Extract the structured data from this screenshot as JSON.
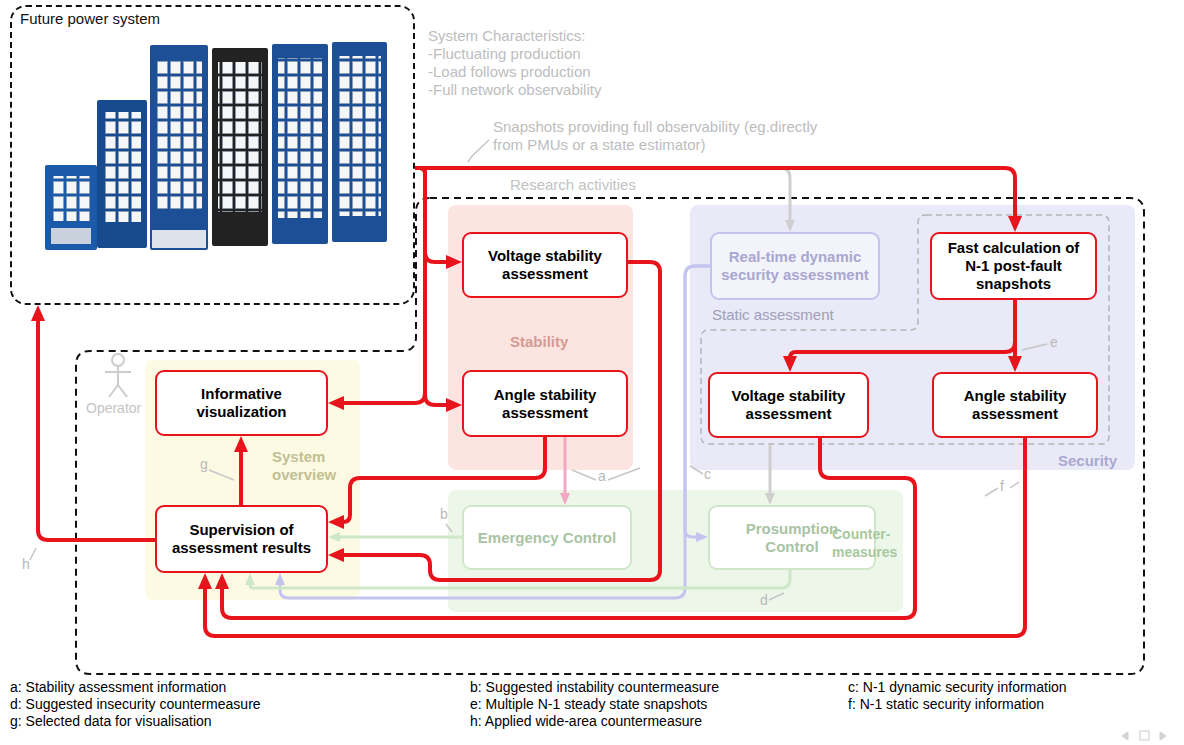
{
  "diagram": {
    "nodes": [
      {
        "text": [
          "Future power system"
        ]
      },
      {
        "text": [
          "Research activities"
        ]
      },
      {
        "text": [
          "Stability"
        ],
        "in": 1
      },
      {
        "text": [
          "Voltage stability assessment"
        ],
        "in": 2
      },
      {
        "text": [
          "Angle stability assessment"
        ],
        "in": 2
      },
      {
        "text": [
          "Security"
        ],
        "in": 1
      },
      {
        "text": [
          "Real-time dynamic security assessment"
        ],
        "in": 5
      },
      {
        "text": [
          "Static assessment"
        ],
        "in": 5
      },
      {
        "text": [
          "Fast calculation of N-1 post-fault snapshots"
        ],
        "in": 7
      },
      {
        "text": [
          "Voltage stability assessment"
        ],
        "in": 7
      },
      {
        "text": [
          "Angle stability assessment"
        ],
        "in": 7
      },
      {
        "text": [
          "System overview"
        ],
        "in": 1
      },
      {
        "text": [
          "Informative visualization"
        ],
        "in": 11
      },
      {
        "text": [
          "Supervision of assessment results"
        ],
        "in": 11
      },
      {
        "text": [
          "Counter-measures"
        ],
        "in": 1
      },
      {
        "text": [
          "Emergency Control"
        ],
        "in": 14
      },
      {
        "text": [
          "Prosumption Control"
        ],
        "in": 14
      }
    ],
    "edges": [
      {
        "from": 0,
        "to": 3,
        "arrow": "to"
      },
      {
        "from": 0,
        "to": 4,
        "arrow": "to"
      },
      {
        "from": 0,
        "to": 12,
        "arrow": "to"
      },
      {
        "from": 0,
        "to": 8,
        "arrow": "to"
      },
      {
        "from": 0,
        "to": 6,
        "arrow": "to"
      },
      {
        "from": 8,
        "to": 9,
        "arrow": "to"
      },
      {
        "from": 8,
        "to": 10,
        "arrow": "to"
      },
      {
        "from": 3,
        "to": 13,
        "arrow": "to"
      },
      {
        "from": 4,
        "to": 13,
        "arrow": "to"
      },
      {
        "from": 9,
        "to": 13,
        "arrow": "to"
      },
      {
        "from": 10,
        "to": 13,
        "arrow": "to"
      },
      {
        "from": 13,
        "to": 12,
        "arrow": "to"
      },
      {
        "from": 13,
        "to": 0,
        "arrow": "to"
      },
      {
        "from": 4,
        "to": 15,
        "arrow": "to"
      },
      {
        "from": 15,
        "to": 13,
        "arrow": "to"
      },
      {
        "from": 6,
        "to": 16,
        "arrow": "to"
      },
      {
        "from": 6,
        "to": 13,
        "arrow": "to"
      },
      {
        "from": 7,
        "to": 16,
        "arrow": "to"
      },
      {
        "from": 16,
        "to": 13,
        "arrow": "to"
      }
    ],
    "labels": [
      "System Characteristics:",
      "-Fluctuating production",
      "-Load follows production",
      "-Full network observability",
      "Snapshots providing full observability (eg.directly from PMUs or a state estimator)",
      "Operator",
      "a",
      "b",
      "c",
      "d",
      "e",
      "f",
      "g",
      "h",
      "a: Stability assessment information",
      "b: Suggested instability countermeasure",
      "c: N-1 dynamic security information",
      "d: Suggested insecurity countermeasure",
      "e: Multiple N-1 steady state snapshots",
      "f: N-1 static security information",
      "g: Selected data for visualisation",
      "h: Applied wide-area countermeasure"
    ]
  }
}
